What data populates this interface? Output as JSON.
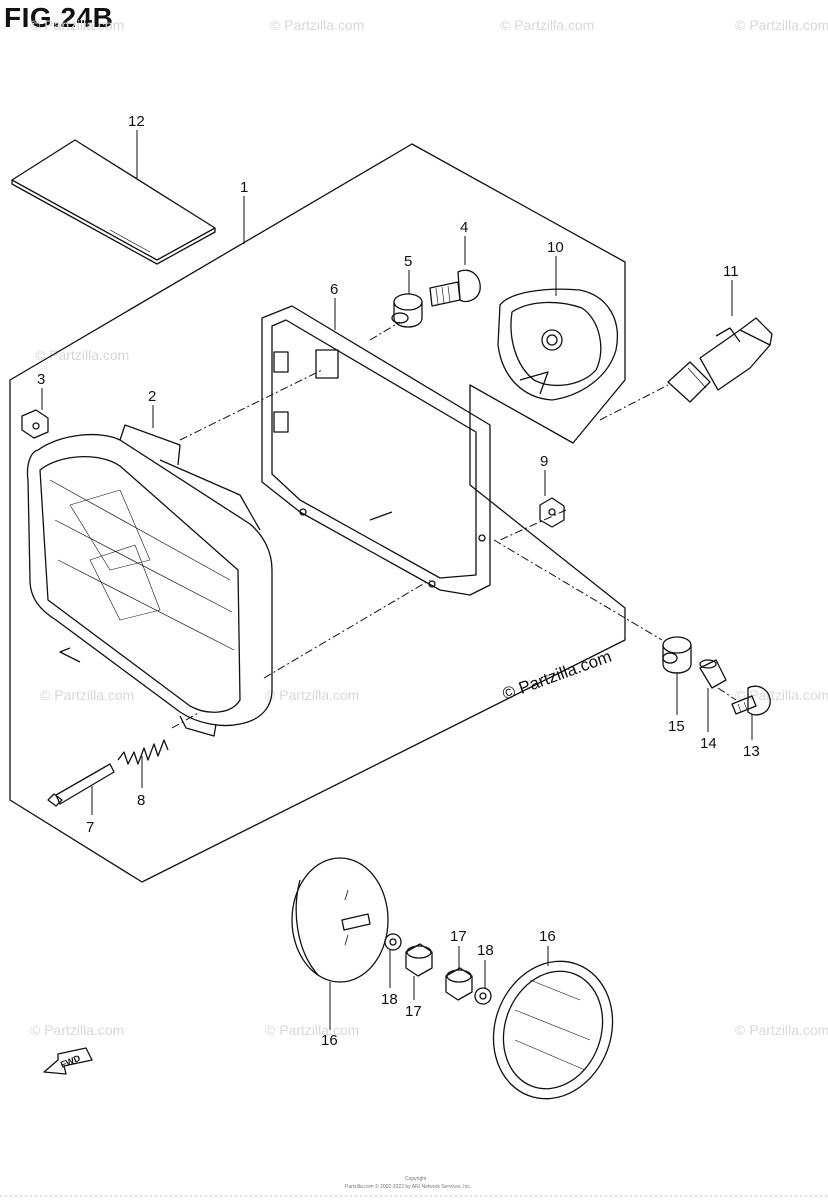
{
  "title": "FIG.24B",
  "brand_watermark": "© Partzilla.com",
  "faint_watermark": "© Partzilla.com",
  "fwd_label": "FWD",
  "footer_copyright": "Copyright",
  "footer_text": "Partzilla.com © 2002-2022 by ARI Network Services, Inc.",
  "callouts": {
    "c1": "1",
    "c2": "2",
    "c3": "3",
    "c4": "4",
    "c5": "5",
    "c6": "6",
    "c7": "7",
    "c8": "8",
    "c9": "9",
    "c10": "10",
    "c11": "11",
    "c12": "12",
    "c13": "13",
    "c14": "14",
    "c15": "15",
    "c16a": "16",
    "c16b": "16",
    "c17a": "17",
    "c17b": "17",
    "c18a": "18",
    "c18b": "18"
  },
  "colors": {
    "line": "#111111",
    "watermark": "#d8d8d8"
  }
}
